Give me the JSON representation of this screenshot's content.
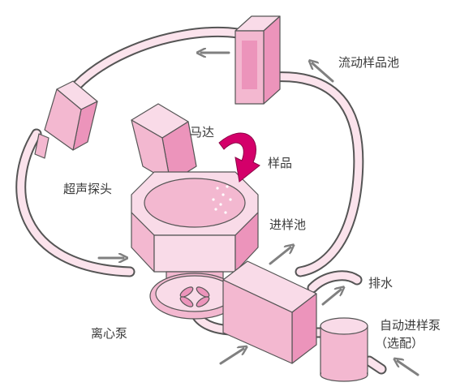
{
  "labels": {
    "flow_cell": "流动样品池",
    "motor": "马达",
    "sample": "样品",
    "ultrasonic_probe": "超声探头",
    "sample_tank": "进样池",
    "drain": "排水",
    "centrifugal_pump": "离心泵",
    "autosampler_pump": "自动进样泵",
    "optional": "（选配）"
  },
  "colors": {
    "pink_light": "#f9dbe8",
    "pink_mid": "#f3b8d0",
    "pink_dark": "#ec94bb",
    "magenta": "#d4006a",
    "outline": "#555555",
    "arrow_gray": "#808080"
  }
}
